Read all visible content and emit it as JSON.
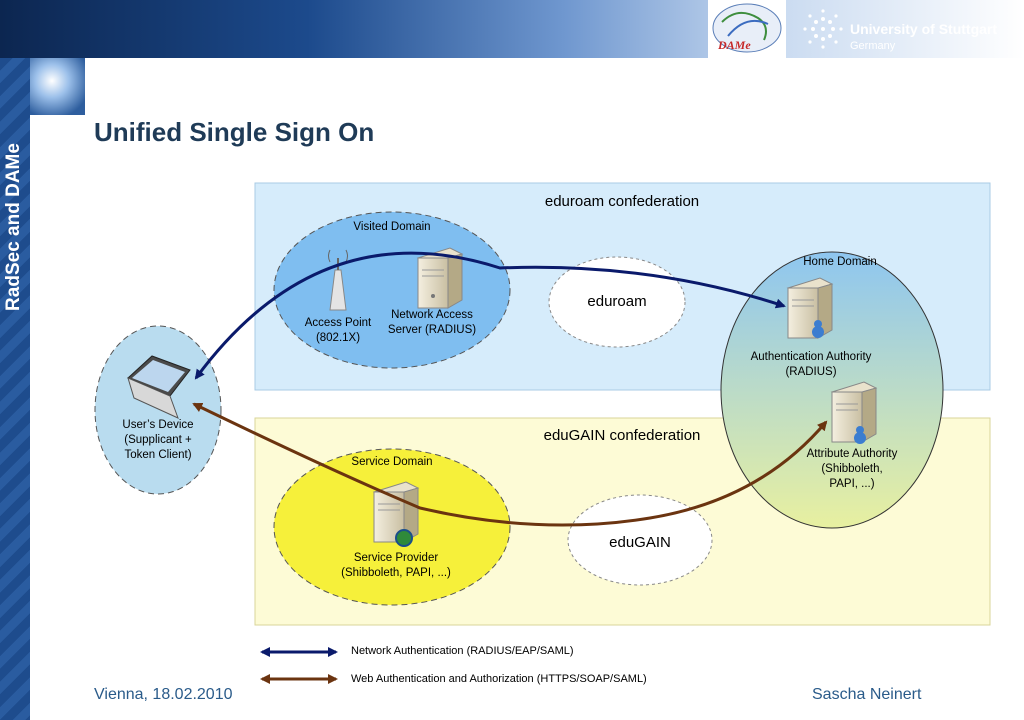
{
  "side_title": "RadSec and DAMe",
  "logos": {
    "dame": "DAMe",
    "university_name": "University of Stuttgart",
    "university_country": "Germany"
  },
  "title": "Unified Single Sign On",
  "diagram": {
    "eduroam_confederation": "eduroam confederation",
    "edugain_confederation": "eduGAIN confederation",
    "visited_domain": "Visited Domain",
    "access_point": "Access Point\n(802.1X)",
    "nas": "Network Access\nServer (RADIUS)",
    "eduroam_cloud": "eduroam",
    "home_domain": "Home Domain",
    "auth_authority": "Authentication Authority\n(RADIUS)",
    "attr_authority": "Attribute Authority\n(Shibboleth,\nPAPI, ...)",
    "users_device": "User’s Device\n(Supplicant +\nToken Client)",
    "service_domain": "Service Domain",
    "service_provider": "Service Provider\n(Shibboleth, PAPI, ...)",
    "edugain_cloud": "eduGAIN"
  },
  "legend": {
    "network_auth": "Network Authentication (RADIUS/EAP/SAML)",
    "web_auth": "Web Authentication and Authorization (HTTPS/SOAP/SAML)"
  },
  "footer": {
    "left": "Vienna, 18.02.2010",
    "right": "Sascha Neinert"
  },
  "colors": {
    "network_arrow": "#0a1a6b",
    "web_arrow": "#6b3410",
    "eduroam_box": "#d6ecfb",
    "edugain_box": "#fdfbd6"
  }
}
